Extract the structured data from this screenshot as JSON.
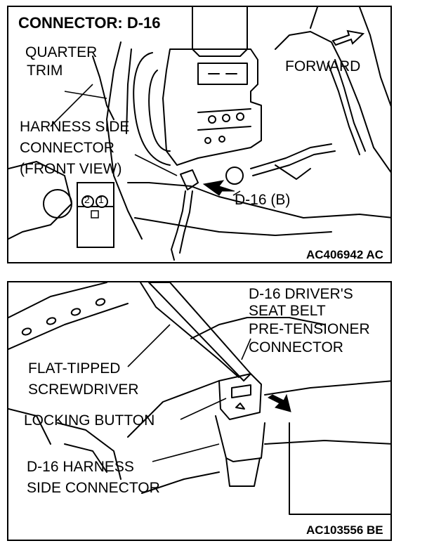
{
  "top_panel": {
    "title": "CONNECTOR: D-16",
    "quarter_trim_line1": "QUARTER",
    "quarter_trim_line2": "TRIM",
    "forward": "FORWARD",
    "harness_line1": "HARNESS SIDE",
    "harness_line2": "CONNECTOR",
    "harness_line3": "(FRONT VIEW)",
    "connector_ref": "D-16 (B)",
    "pin_2": "2",
    "pin_1": "1",
    "figure_code": "AC406942 AC"
  },
  "bottom_panel": {
    "connector_line1": "D-16 DRIVER'S",
    "connector_line2": "SEAT BELT",
    "connector_line3": "PRE-TENSIONER",
    "connector_line4": "CONNECTOR",
    "tool_line1": "FLAT-TIPPED",
    "tool_line2": "SCREWDRIVER",
    "locking_button": "LOCKING BUTTON",
    "harness_line1": "D-16 HARNESS",
    "harness_line2": "SIDE CONNECTOR",
    "figure_code": "AC103556 BE"
  }
}
